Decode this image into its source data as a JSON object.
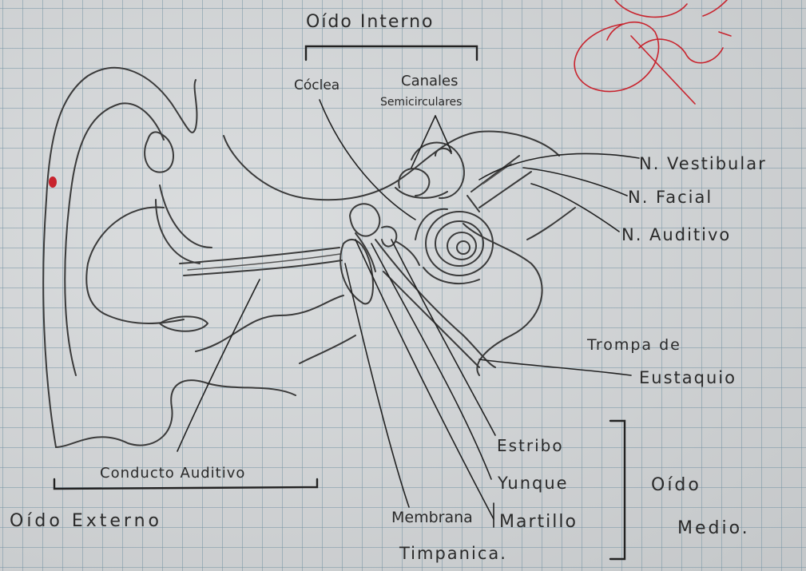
{
  "labels": {
    "oido_interno": "Oído Interno",
    "coclea": "Cóclea",
    "canales": "Canales",
    "semicirculares": "Semicirculares",
    "n_vestibular": "N. Vestibular",
    "n_facial": "N. Facial",
    "n_auditivo": "N. Auditivo",
    "trompa_de": "Trompa de",
    "eustaquio": "Eustaquio",
    "estribo": "Estribo",
    "yunque": "Yunque",
    "martillo": "Martillo",
    "membrana": "Membrana",
    "timpanica": "Timpanica.",
    "oido_medio_1": "Oído",
    "oido_medio_2": "Medio.",
    "conducto_auditivo": "Conducto Auditivo",
    "oido_externo": "Oído Externo"
  },
  "colors": {
    "paper": "#cfd2d4",
    "grid": "#7896a5",
    "pencil": "#3a3a3a",
    "ink": "#222222",
    "red_ink": "#c8242e"
  }
}
